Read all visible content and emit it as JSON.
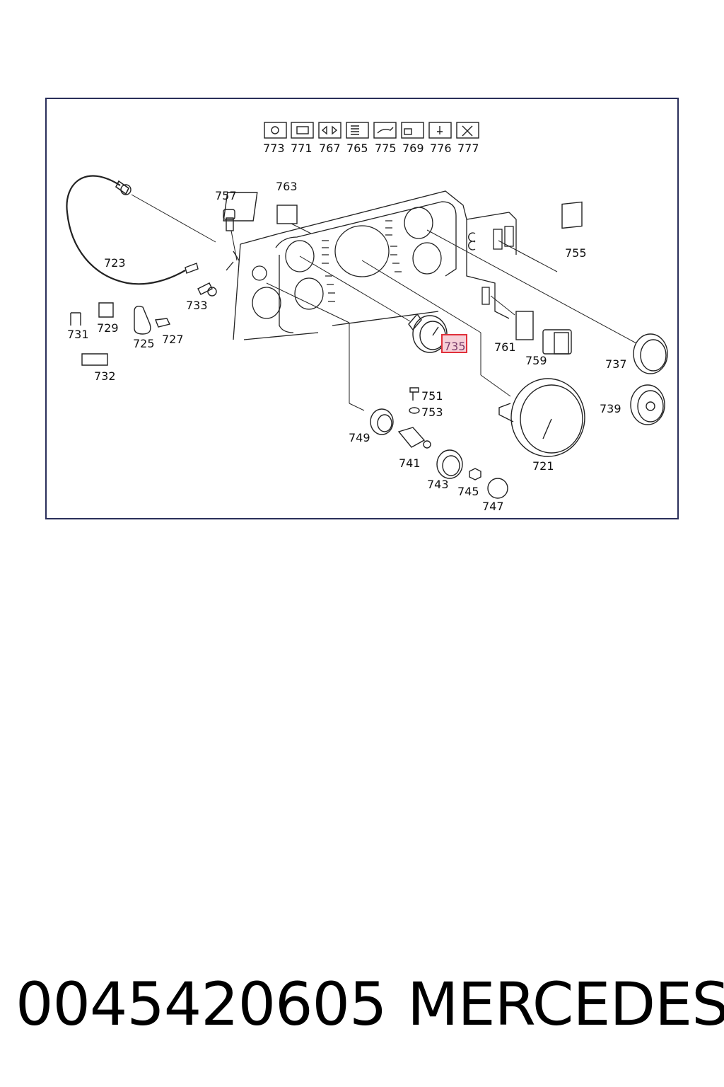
{
  "diagram": {
    "warning_labels": [
      "773",
      "771",
      "767",
      "765",
      "775",
      "769",
      "776",
      "777"
    ],
    "callouts": {
      "c757": "757",
      "c763": "763",
      "c723": "723",
      "c755": "755",
      "c733": "733",
      "c731": "731",
      "c729": "729",
      "c725": "725",
      "c727": "727",
      "c732": "732",
      "c735": "735",
      "c761": "761",
      "c759": "759",
      "c737": "737",
      "c751": "751",
      "c753": "753",
      "c739": "739",
      "c749": "749",
      "c741": "741",
      "c721": "721",
      "c743": "743",
      "c745": "745",
      "c747": "747"
    },
    "highlighted_callout": "735",
    "highlight_color": "#e0303a"
  },
  "footer": {
    "part_number": "0045420605",
    "brand": "MERCEDES"
  }
}
